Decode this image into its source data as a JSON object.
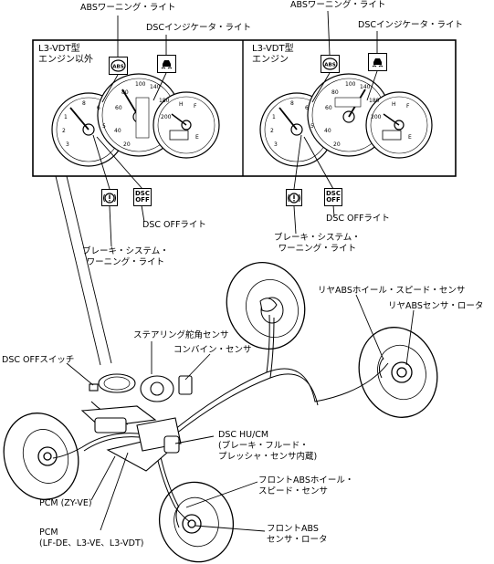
{
  "callouts": {
    "abs_warning_left": "ABSワーニング・ライト",
    "dsc_indicator_left": "DSCインジケータ・ライト",
    "abs_warning_right": "ABSワーニング・ライト",
    "dsc_indicator_right": "DSCインジケータ・ライト",
    "dsc_off_light_left": "DSC OFFライト",
    "dsc_off_light_right": "DSC OFFライト",
    "brake_warning_left": [
      "ブレーキ・システム・",
      "ワーニング・ライト"
    ],
    "brake_warning_right": [
      "ブレーキ・システム・",
      "ワーニング・ライト"
    ],
    "steering_sensor": "ステアリング舵角センサ",
    "combine_sensor": "コンバイン・センサ",
    "dsc_off_switch": "DSC OFFスイッチ",
    "rear_abs_wheel_speed": "リヤABSホイール・スピード・センサ",
    "rear_abs_rotor": "リヤABSセンサ・ロータ",
    "dsc_hu_cm": [
      "DSC HU/CM",
      "(ブレーキ・フルード・",
      "プレッシャ・センサ内蔵)"
    ],
    "front_abs_wheel_speed": [
      "フロントABSホイール・",
      "スピード・センサ"
    ],
    "front_abs_rotor": [
      "フロントABS",
      "センサ・ロータ"
    ],
    "pcm_zy": "PCM (ZY-VE)",
    "pcm_lf": [
      "PCM",
      "(LF-DE、L3-VE、L3-VDT)"
    ]
  },
  "panels": {
    "left_title": [
      "L3-VDT型",
      "エンジン以外"
    ],
    "right_title": [
      "L3-VDT型",
      "エンジン"
    ]
  },
  "icons": {
    "abs_text": "ABS",
    "dsc_off_text": [
      "DSC",
      "OFF"
    ],
    "brake_icon": "brake-warning-icon",
    "dsc_icon": "skid-car-icon"
  }
}
